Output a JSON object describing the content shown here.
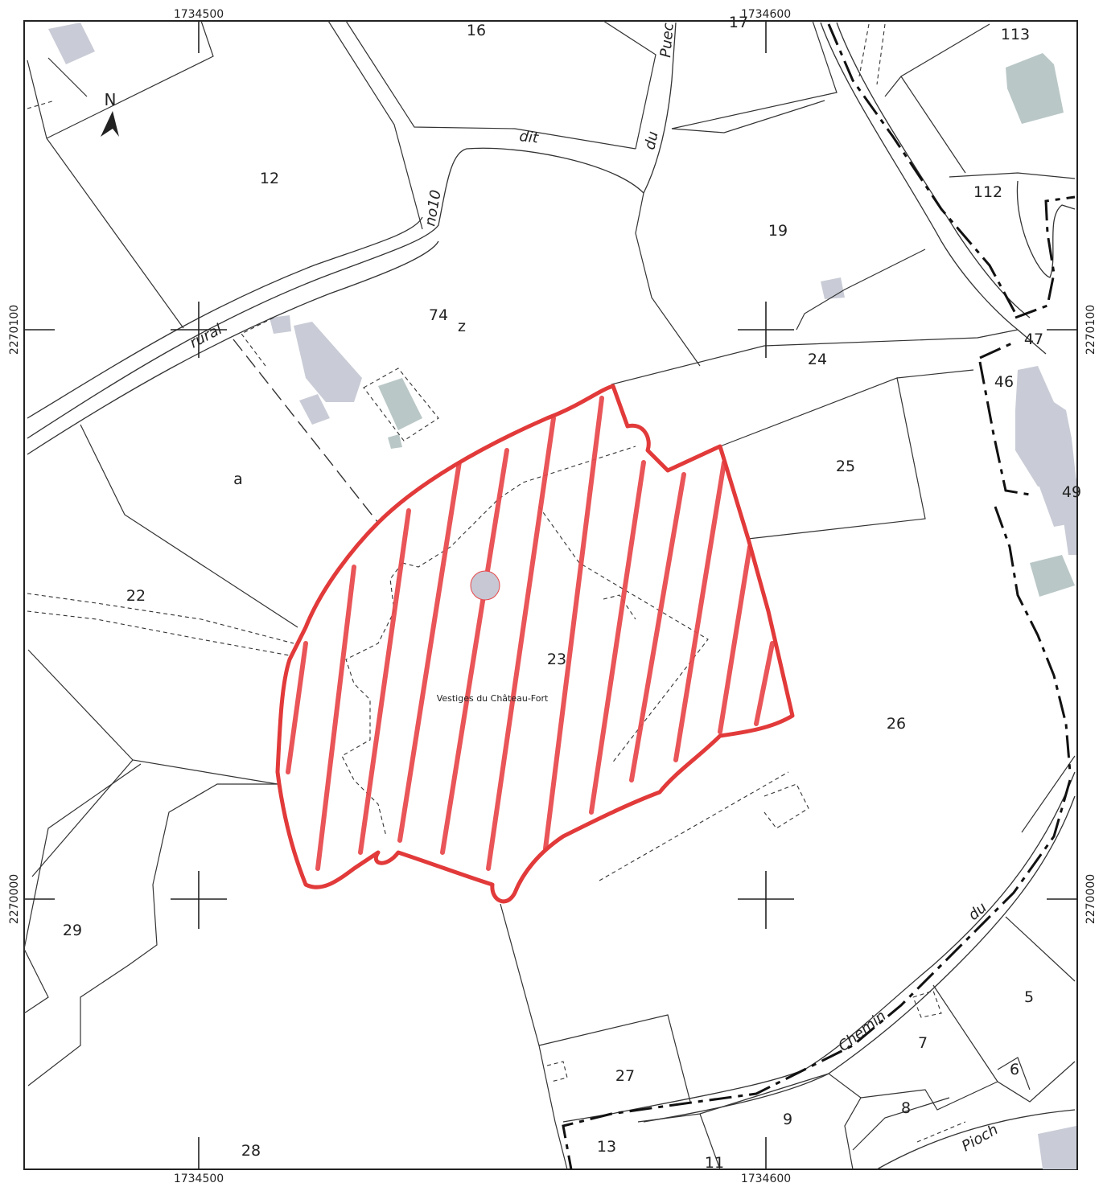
{
  "colors": {
    "protected_zone": "#e23a3a",
    "hatch": "#e8474a",
    "building": "#c9ccd6",
    "building_alt": "#b9c7c6",
    "parcel_line": "#333333",
    "background": "#ffffff"
  },
  "coordinates": {
    "x_west": "1734500",
    "x_east": "1734600",
    "y_north": "2270100",
    "y_south": "2270000"
  },
  "north_arrow": {
    "label": "N",
    "icon": "north-arrow-icon"
  },
  "street_names": {
    "dit": "dit",
    "du_top": "du",
    "puec": "Puec",
    "no10": "no10",
    "rural": "rural",
    "du_chemin": "du",
    "chemin": "Chemin",
    "pioch": "Pioch"
  },
  "monument_label": "Vestiges du Château-Fort",
  "section_labels": {
    "z": "z",
    "a": "a"
  },
  "parcels": {
    "p12": "12",
    "p16": "16",
    "p17": "17",
    "p113": "113",
    "p112": "112",
    "p19": "19",
    "p74": "74",
    "p24": "24",
    "p47": "47",
    "p46": "46",
    "p25": "25",
    "p49": "49",
    "p22": "22",
    "p23": "23",
    "p26": "26",
    "p29": "29",
    "p5": "5",
    "p7": "7",
    "p6": "6",
    "p27": "27",
    "p8": "8",
    "p9": "9",
    "p13": "13",
    "p11": "11",
    "p28": "28"
  }
}
